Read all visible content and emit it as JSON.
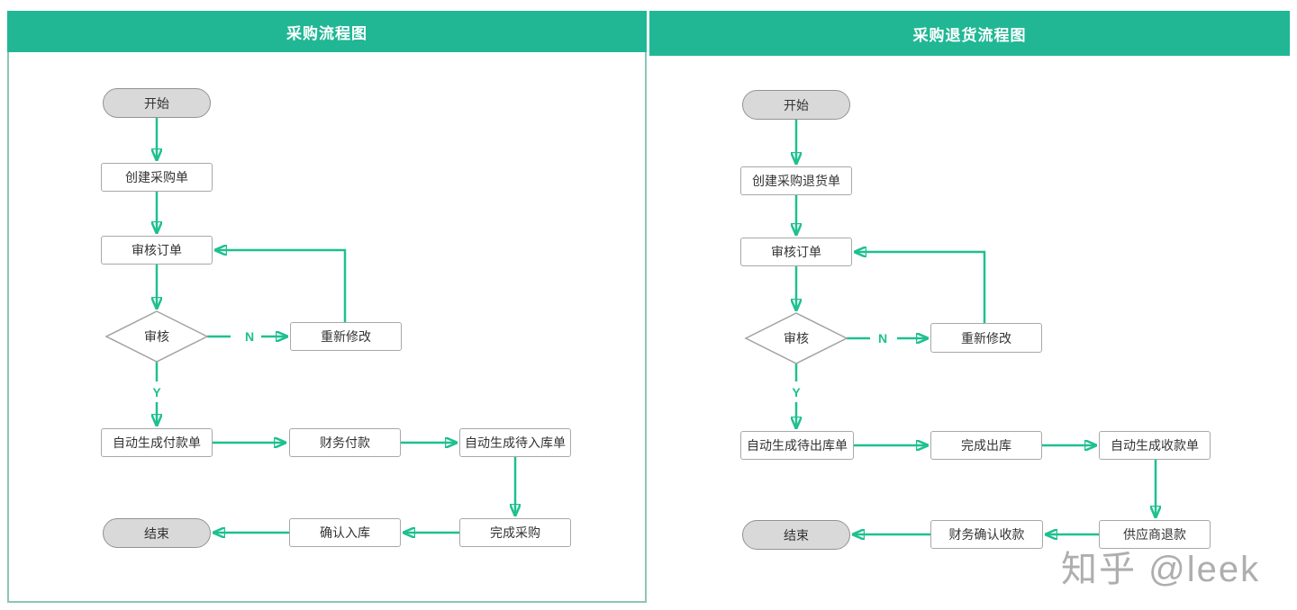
{
  "left": {
    "title": "采购流程图",
    "nodes": {
      "start": "开始",
      "create_order": "创建采购单",
      "review_order": "审核订单",
      "review_decision": "审核",
      "revise": "重新修改",
      "auto_payment": "自动生成付款单",
      "finance_pay": "财务付款",
      "auto_inbound": "自动生成待入库单",
      "complete_purchase": "完成采购",
      "confirm_inbound": "确认入库",
      "end": "结束"
    },
    "edge_labels": {
      "no": "N",
      "yes": "Y"
    }
  },
  "right": {
    "title": "采购退货流程图",
    "nodes": {
      "start": "开始",
      "create_return_order": "创建采购退货单",
      "review_order": "审核订单",
      "review_decision": "审核",
      "revise": "重新修改",
      "auto_outbound": "自动生成待出库单",
      "complete_outbound": "完成出库",
      "auto_receipt": "自动生成收款单",
      "supplier_refund": "供应商退款",
      "finance_confirm": "财务确认收款",
      "end": "结束"
    },
    "edge_labels": {
      "no": "N",
      "yes": "Y"
    }
  },
  "watermark": "知乎 @leek",
  "colors": {
    "header": "#21b795",
    "arrow": "#1ec08f",
    "panel_border": "#8cc6b5",
    "node_border": "#a8a8a8",
    "pill_fill": "#d9d9d9",
    "watermark": "#aeaeae"
  }
}
